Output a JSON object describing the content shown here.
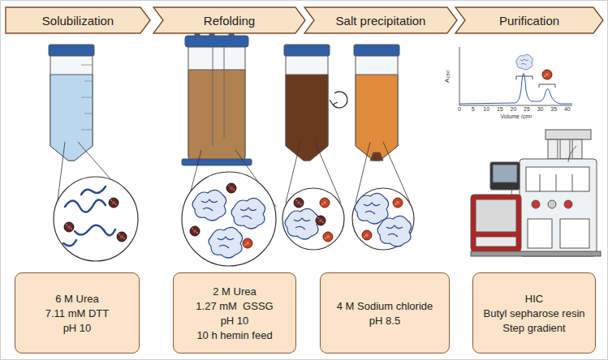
{
  "diagram": {
    "nodes": [
      {
        "text": [
          "Solubilization"
        ]
      },
      {
        "text": [
          "Refolding"
        ]
      },
      {
        "text": [
          "Salt precipitation"
        ]
      },
      {
        "text": [
          "Purification"
        ]
      },
      {
        "text": [
          "6 M Urea",
          "7.11 mM DTT",
          "pH 10"
        ]
      },
      {
        "text": [
          "2 M Urea",
          "1.27 mM  GSSG",
          "pH 10",
          "10 h hemin feed"
        ]
      },
      {
        "text": [
          "4 M Sodium chloride",
          "pH 8.5"
        ]
      },
      {
        "text": [
          "HIC",
          "Butyl sepharose resin",
          "Step gradient"
        ]
      }
    ],
    "labels": [
      "A₂₈₀",
      "0",
      "5",
      "10",
      "15",
      "20",
      "25",
      "30",
      "35",
      "40",
      "Volume /cm³"
    ]
  }
}
